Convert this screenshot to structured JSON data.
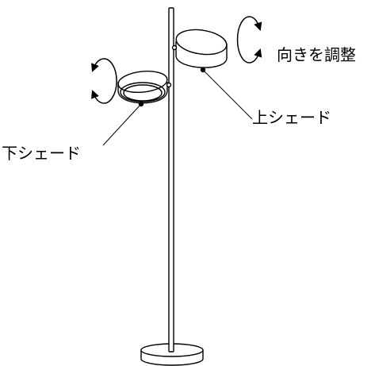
{
  "labels": {
    "upper_shade": "上シェード",
    "lower_shade": "下シェード",
    "adjust_direction": "向きを調整"
  },
  "colors": {
    "stroke": "#000000",
    "background": "#ffffff"
  }
}
